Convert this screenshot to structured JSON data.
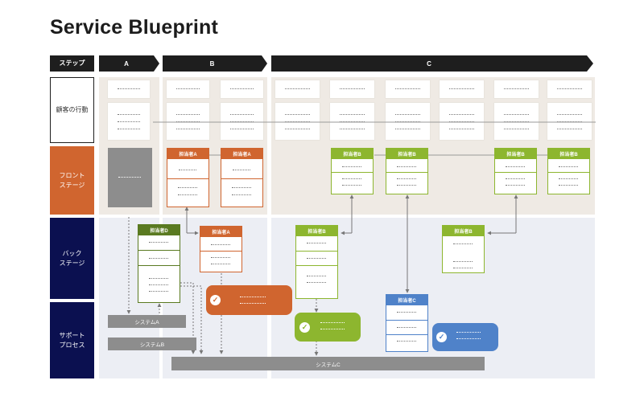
{
  "title": "Service Blueprint",
  "row_labels": {
    "steps": "ステップ",
    "customer": "顧客の行動",
    "front": "フロント\nステージ",
    "back": "バック\nステージ",
    "support": "サポート\nプロセス"
  },
  "steps": [
    "A",
    "B",
    "C"
  ],
  "roles": {
    "a": "担当者A",
    "b": "担当者B",
    "c": "担当者C",
    "d": "担当者D"
  },
  "systems": {
    "a": "システムA",
    "b": "システムB",
    "c": "システムC"
  },
  "colors": {
    "dark": "#1e1e1e",
    "orange": "#d0652f",
    "navy": "#0b1050",
    "green": "#8db62f",
    "olive": "#5a7a21",
    "blue": "#4f82c9",
    "gray": "#8d8d8d",
    "check_icon": "check-icon"
  }
}
